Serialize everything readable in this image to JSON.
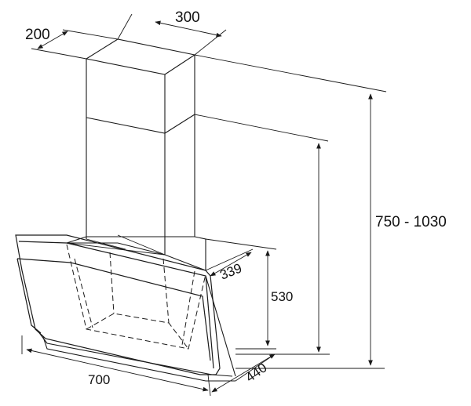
{
  "dimensions": {
    "chimney_depth": "200",
    "chimney_width": "300",
    "total_height": "750 - 1030",
    "hood_height": "530",
    "hood_side_depth": "339",
    "hood_width": "700",
    "hood_depth": "440"
  }
}
